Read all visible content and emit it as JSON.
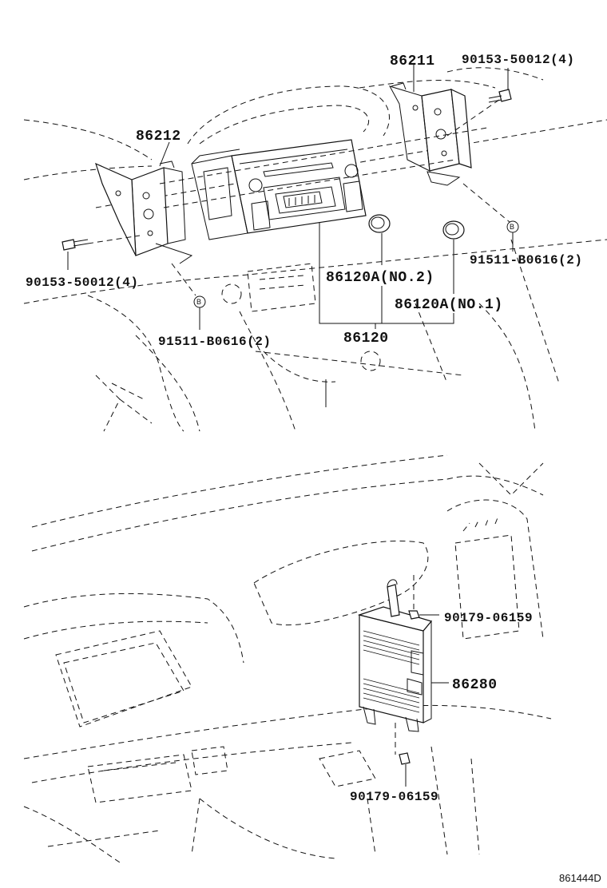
{
  "labels": {
    "bracket_right": "86211",
    "bolt_top_right": "90153-50012(4)",
    "bracket_left": "86212",
    "clip_right": "91511-B0616(2)",
    "bolt_left": "90153-50012(4)",
    "knob_no2": "86120A(NO.2)",
    "knob_no1": "86120A(NO.1)",
    "clip_left": "91511-B0616(2)",
    "radio_assy": "86120",
    "nut_top": "90179-06159",
    "amplifier": "86280",
    "nut_bottom": "90179-06159"
  },
  "clip_marker": "B",
  "diagram_id": "861444D"
}
